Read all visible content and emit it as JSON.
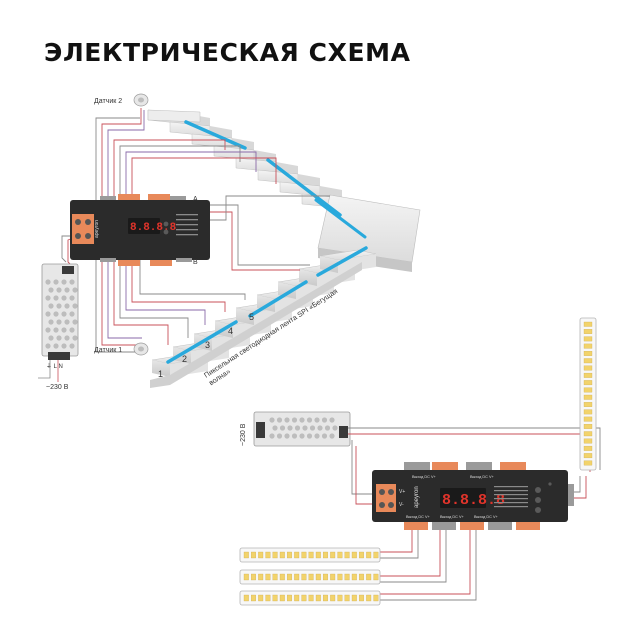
{
  "title": "ЭЛЕКТРИЧЕСКАЯ СХЕМА",
  "upper_diagram": {
    "sensor_top_label": "Датчик 2",
    "sensor_bottom_label": "Датчик 1",
    "controller_display": "8.8.8.8",
    "controller_brand": "apeyron",
    "terminal_a": "A",
    "terminal_b": "B",
    "psu_terminals": "⏚ L N",
    "mains_label": "~230 В",
    "step_numbers": [
      "1",
      "2",
      "3",
      "4",
      "5"
    ],
    "strip_caption_line1": "Пиксельная светодиодная лента SPI «Бегущая",
    "strip_caption_line2": "волна»"
  },
  "lower_diagram": {
    "mains_label": "~230 В",
    "controller_display": "8.8.8.8",
    "controller_brand": "apeyron",
    "input_plus": "V+",
    "input_minus": "V-",
    "top_output_labels": [
      "Выход DC V+",
      "Выход DC V+"
    ],
    "bottom_output_labels": [
      "Выход DC V+",
      "Выход DC V+",
      "Выход DC V+"
    ]
  },
  "colors": {
    "led_blue": "#29a9dc",
    "controller_body": "#2b2b2b",
    "terminal_orange": "#e8895a",
    "display_red": "#e0342b",
    "wire_red": "#c9505a",
    "wire_gray": "#8a8a8a",
    "wire_purple": "#8a6aa8",
    "led_chip": "#f2d36b"
  }
}
